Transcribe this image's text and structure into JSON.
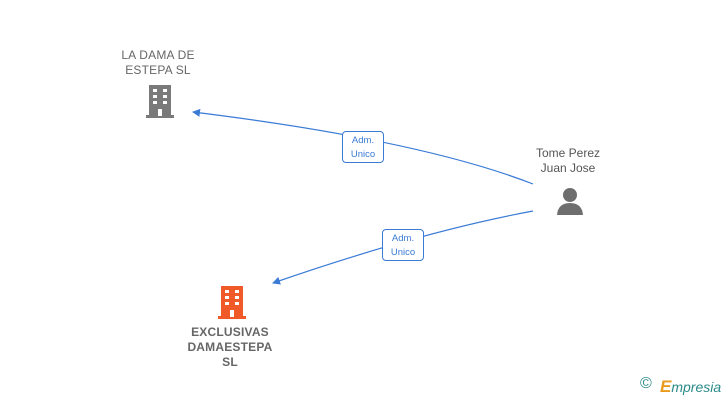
{
  "colors": {
    "edge": "#3a7bd5",
    "company_default": "#7a7a7a",
    "company_highlight": "#f05a28",
    "person": "#6e6e6e",
    "brand": "#2a8a8a",
    "brand_accent": "#e89b1c"
  },
  "nodes": {
    "company_top": {
      "line1": "LA DAMA DE",
      "line2": "ESTEPA SL",
      "icon": "building-icon"
    },
    "company_bottom": {
      "line1": "EXCLUSIVAS",
      "line2": "DAMAESTEPA",
      "line3": "SL",
      "icon": "building-icon"
    },
    "person": {
      "line1": "Tome Perez",
      "line2": "Juan Jose",
      "icon": "person-icon"
    }
  },
  "edges": [
    {
      "from": "person",
      "to": "company_top",
      "label_line1": "Adm.",
      "label_line2": "Unico"
    },
    {
      "from": "person",
      "to": "company_bottom",
      "label_line1": "Adm.",
      "label_line2": "Unico"
    }
  ],
  "footer": {
    "copyright": "©",
    "brand_initial": "E",
    "brand_rest": "mpresia"
  }
}
